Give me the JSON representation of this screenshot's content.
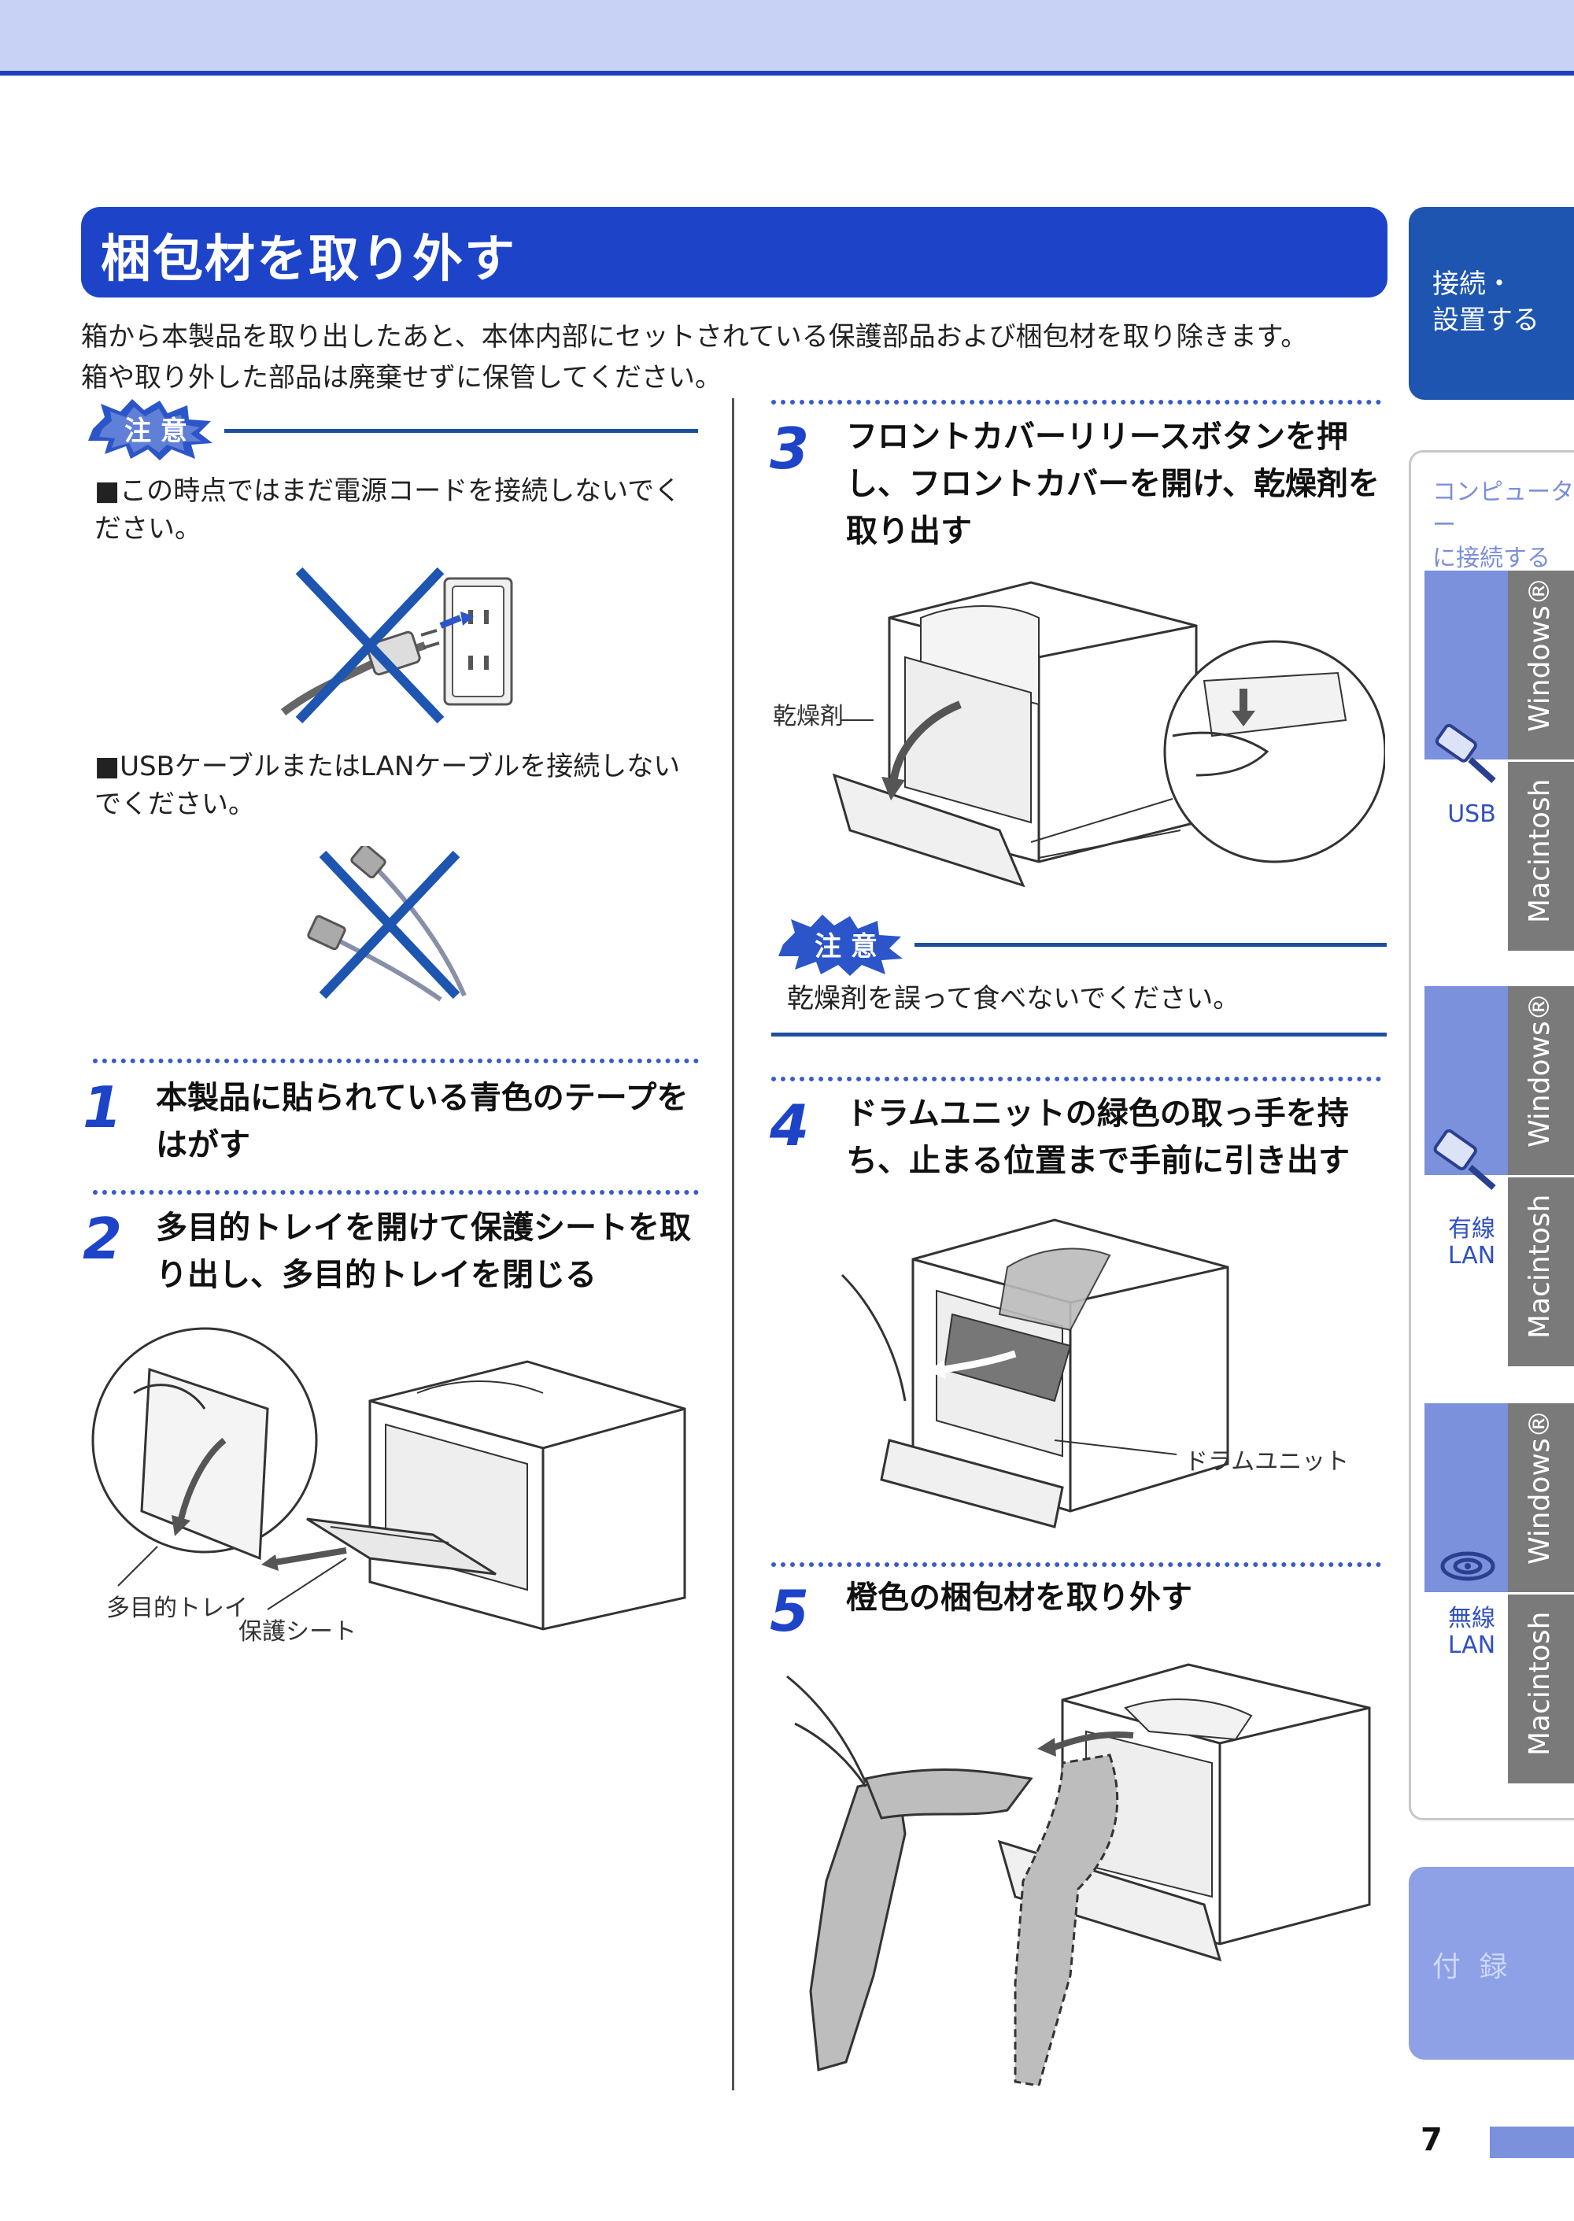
{
  "title": "梱包材を取り外す",
  "intro": {
    "line1": "箱から本製品を取り出したあと、本体内部にセットされている保護部品および梱包材を取り除きます。",
    "line2": "箱や取り外した部品は廃棄せずに保管してください。"
  },
  "caution": {
    "label": "注 意",
    "note1": "■この時点ではまだ電源コードを接続しないでください。",
    "note2": "■USBケーブルまたはLANケーブルを接続しないでください。",
    "note3": "乾燥剤を誤って食べないでください。"
  },
  "steps": [
    {
      "num": "1",
      "text": "本製品に貼られている青色のテープをはがす"
    },
    {
      "num": "2",
      "text": "多目的トレイを開けて保護シートを取り出し、多目的トレイを閉じる"
    },
    {
      "num": "3",
      "text": "フロントカバーリリースボタンを押し、フロントカバーを開け、乾燥剤を取り出す"
    },
    {
      "num": "4",
      "text": "ドラムユニットの緑色の取っ手を持ち、止まる位置まで手前に引き出す"
    },
    {
      "num": "5",
      "text": "橙色の梱包材を取り外す"
    }
  ],
  "callouts": {
    "tray": "多目的トレイ",
    "sheet": "保護シート",
    "desiccant": "乾燥剤",
    "drum": "ドラムユニット"
  },
  "sidebar": {
    "main_tab": {
      "line1": "接続・",
      "line2": "設置する"
    },
    "group_title": {
      "line1": "コンピューター",
      "line2": "に接続する"
    },
    "sections": [
      {
        "label": "USB",
        "win": "Windows®",
        "mac": "Macintosh"
      },
      {
        "label": "有線 LAN",
        "line1": "有線",
        "line2": "LAN",
        "win": "Windows®",
        "mac": "Macintosh"
      },
      {
        "label": "無線 LAN",
        "line1": "無線",
        "line2": "LAN",
        "win": "Windows®",
        "mac": "Macintosh"
      }
    ],
    "appendix": "付 録"
  },
  "page_number": "7",
  "colors": {
    "accent": "#1d44c8",
    "tab_blue": "#7b91dc",
    "tab_gray": "#7a7a7a"
  }
}
